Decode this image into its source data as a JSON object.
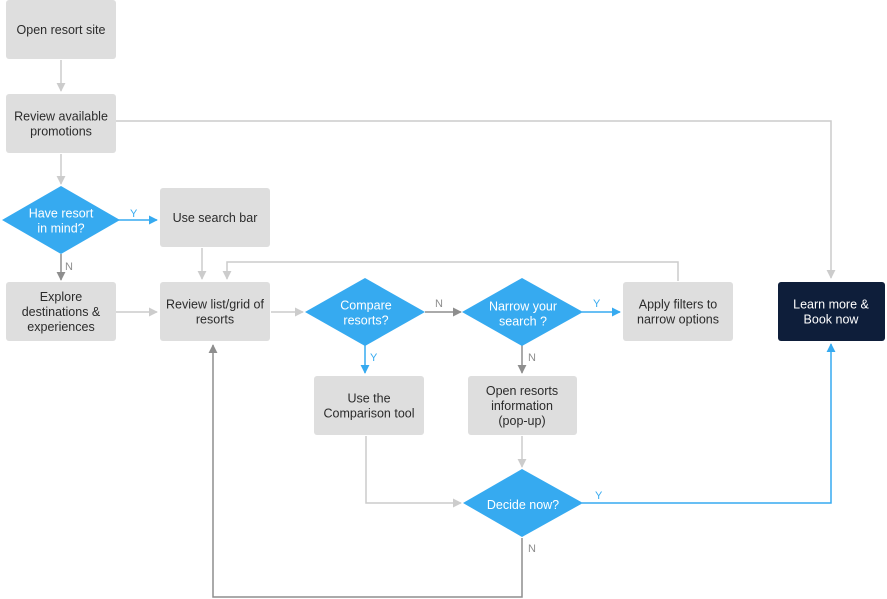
{
  "colors": {
    "box_fill": "#dedede",
    "box_text": "#2b2b2b",
    "decision_fill": "#36aaf0",
    "decision_text": "#ffffff",
    "final_fill": "#0e1e3a",
    "final_text": "#ffffff",
    "line_light": "#cccccc",
    "line_dark": "#8e8e8e",
    "line_blue": "#36aaf0"
  },
  "nodes": {
    "open_site": {
      "lines": [
        "Open resort site"
      ]
    },
    "review_promotions": {
      "lines": [
        "Review available",
        "promotions"
      ]
    },
    "have_resort": {
      "lines": [
        "Have resort",
        "in mind?"
      ]
    },
    "use_search_bar": {
      "lines": [
        "Use search bar"
      ]
    },
    "explore": {
      "lines": [
        "Explore",
        "destinations &",
        "experiences"
      ]
    },
    "review_list": {
      "lines": [
        "Review list/grid of",
        "resorts"
      ]
    },
    "compare": {
      "lines": [
        "Compare",
        "resorts?"
      ]
    },
    "narrow": {
      "lines": [
        "Narrow your",
        "search ?"
      ]
    },
    "apply_filters": {
      "lines": [
        "Apply filters to",
        "narrow options"
      ]
    },
    "learn_more": {
      "lines": [
        "Learn more &",
        "Book now"
      ]
    },
    "comparison_tool": {
      "lines": [
        "Use the",
        "Comparison tool"
      ]
    },
    "open_info": {
      "lines": [
        "Open resorts",
        "information",
        "(pop-up)"
      ]
    },
    "decide_now": {
      "lines": [
        "Decide now?"
      ]
    }
  },
  "edge_labels": {
    "have_resort_yes": "Y",
    "have_resort_no": "N",
    "compare_no": "N",
    "compare_yes": "Y",
    "narrow_yes": "Y",
    "narrow_no": "N",
    "decide_yes": "Y",
    "decide_no": "N"
  }
}
